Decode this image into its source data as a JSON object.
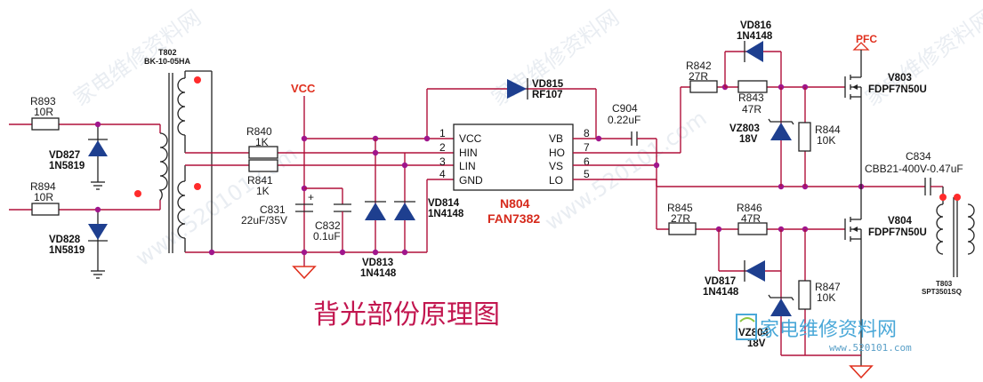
{
  "title": "背光部份原理图",
  "rails": {
    "vcc": "VCC",
    "pfc": "PFC"
  },
  "ic": {
    "ref": "N804",
    "part": "FAN7382",
    "pins_left": [
      {
        "num": "1",
        "name": "VCC"
      },
      {
        "num": "2",
        "name": "HIN"
      },
      {
        "num": "3",
        "name": "LIN"
      },
      {
        "num": "4",
        "name": "GND"
      }
    ],
    "pins_right": [
      {
        "num": "8",
        "name": "VB"
      },
      {
        "num": "7",
        "name": "HO"
      },
      {
        "num": "6",
        "name": "VS"
      },
      {
        "num": "5",
        "name": "LO"
      }
    ]
  },
  "components": {
    "r893": {
      "ref": "R893",
      "value": "10R"
    },
    "r894": {
      "ref": "R894",
      "value": "10R"
    },
    "vd827": {
      "ref": "VD827",
      "value": "1N5819"
    },
    "vd828": {
      "ref": "VD828",
      "value": "1N5819"
    },
    "t802": {
      "ref": "T802",
      "value": "BK-10-05HA"
    },
    "r840": {
      "ref": "R840",
      "value": "1K"
    },
    "r841": {
      "ref": "R841",
      "value": "1K"
    },
    "c831": {
      "ref": "C831",
      "value": "22uF/35V",
      "polarity": "+"
    },
    "c832": {
      "ref": "C832",
      "value": "0.1uF"
    },
    "vd813": {
      "ref": "VD813",
      "value": "1N4148"
    },
    "vd814": {
      "ref": "VD814",
      "value": "1N4148"
    },
    "vd815": {
      "ref": "VD815",
      "value": "RF107"
    },
    "c904": {
      "ref": "C904",
      "value": "0.22uF"
    },
    "vd816": {
      "ref": "VD816",
      "value": "1N4148"
    },
    "r842": {
      "ref": "R842",
      "value": "27R"
    },
    "r843": {
      "ref": "R843",
      "value": "47R"
    },
    "vz803": {
      "ref": "VZ803",
      "value": "18V"
    },
    "r844": {
      "ref": "R844",
      "value": "10K"
    },
    "v803": {
      "ref": "V803",
      "value": "FDPF7N50U"
    },
    "c834": {
      "ref": "C834",
      "value": "CBB21-400V-0.47uF"
    },
    "r845": {
      "ref": "R845",
      "value": "27R"
    },
    "r846": {
      "ref": "R846",
      "value": "47R"
    },
    "v804": {
      "ref": "V804",
      "value": "FDPF7N50U"
    },
    "vd817": {
      "ref": "VD817",
      "value": "1N4148"
    },
    "r847": {
      "ref": "R847",
      "value": "10K"
    },
    "vz804": {
      "ref": "VZ804",
      "value": "18V"
    },
    "t803": {
      "ref": "T803",
      "value": "SPT3501SQ"
    }
  },
  "watermark": {
    "text": "家电维修资料网",
    "url": "www.520101.com",
    "logo_text": "家电维修资料网",
    "logo_url": "www.520101.com"
  }
}
